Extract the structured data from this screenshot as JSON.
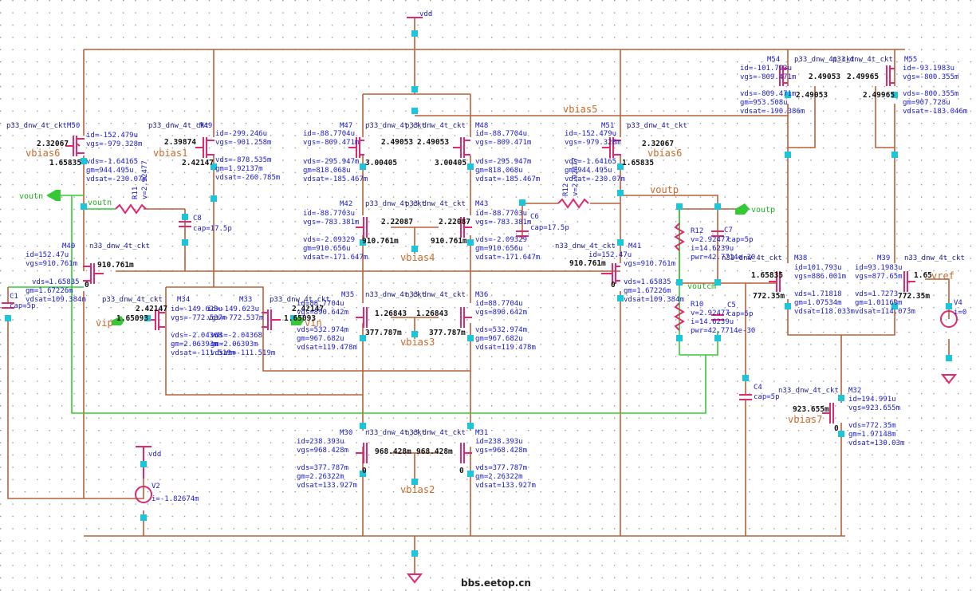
{
  "watermark": "bbs.eetop.cn",
  "supply": {
    "vdd_top": "vdd",
    "vdd_src": "vdd",
    "V2": "V2",
    "V2_i": "i=-1.82674m",
    "V4": "V4",
    "V4_i": "i=0"
  },
  "nets": {
    "vbias1": "vbias1",
    "vbias2": "vbias2",
    "vbias3": "vbias3",
    "vbias4": "vbias4",
    "vbias5": "vbias5",
    "vbias6_l": "vbias6",
    "vbias6_r": "vbias6",
    "vbias7": "vbias7",
    "voutn": "voutn",
    "voutn_pin": "voutn",
    "voutp": "voutp",
    "voutp_pin": "voutp",
    "voutcm": "voutcm",
    "vref": "vref",
    "vip": "vip",
    "vin": "vin"
  },
  "caps": {
    "C8": "C8",
    "C8_v": "cap=17.5p",
    "C6": "C6",
    "C6_v": "cap=17.5p",
    "C1": "C1",
    "C1_v": "cap=5p",
    "C7": "C7",
    "C7_v": "cap=5p",
    "C5": "C5",
    "C5_v": "cap=5p",
    "C4": "C4",
    "C4_v": "cap=5p"
  },
  "resistors": {
    "R12_l": "R12",
    "R12_v": "v=2.92477",
    "R11_l": "R11",
    "R11_v": "v=2.92477",
    "R10": "R10",
    "R10_v": "v=2.92477",
    "R10_i": "i=14.6239u",
    "R10_p": "pwr=42.7714e-30",
    "R12": "R12",
    "R12_vv": "v=2.92477",
    "R12_i": "i=14.6239u",
    "R12_p": "pwr=42.7714e-30"
  },
  "devices": [
    {
      "name": "M50",
      "model": "p33_dnw_4t_ckt",
      "p": [
        "id=-152.479u",
        "vgs=-979.328m",
        "vds=-1.64165",
        "gm=944.495u",
        "vdsat=-230.07m"
      ],
      "gl": "2.32067",
      "sl": "1.65835"
    },
    {
      "name": "M49",
      "model": "p33_dnw_4t_ckt",
      "p": [
        "id=-299.246u",
        "vgs=-901.258m",
        "vds=-878.535m",
        "gm=1.92137m",
        "vdsat=-260.785m"
      ],
      "gl": "2.39874",
      "sl": "2.42147"
    },
    {
      "name": "M47",
      "model": "p33_dnw_4t_ckt",
      "p": [
        "id=-88.7704u",
        "vgs=-809.471m",
        "vds=-295.947m",
        "gm=818.068u",
        "vdsat=-185.467m"
      ],
      "gl": "2.49053",
      "sl": "3.00405"
    },
    {
      "name": "M48",
      "model": "p33_dnw_4t_ckt",
      "p": [
        "id=-88.7704u",
        "vgs=-809.471m",
        "vds=-295.947m",
        "gm=818.068u",
        "vdsat=-185.467m"
      ],
      "gl": "2.49053",
      "sl": "3.00405"
    },
    {
      "name": "M51",
      "model": "p33_dnw_4t_ckt",
      "p": [
        "id=-152.479u",
        "vgs=-979.328m",
        "vds=-1.64165",
        "gm=944.495u",
        "vdsat=-230.07m"
      ],
      "gl": "2.32067",
      "sl": "1.65835"
    },
    {
      "name": "M54",
      "model": "p33_dnw_4t_ckt",
      "p": [
        "id=-101.793u",
        "vgs=-809.471m",
        "vds=-809.471m",
        "gm=953.508u",
        "vdsat=-190.386m"
      ],
      "gl": "2.49053",
      "sl": "2.49053"
    },
    {
      "name": "M55",
      "model": "p33_dnw_4t_ckt",
      "p": [
        "id=-93.1983u",
        "vgs=-800.355m",
        "vds=-800.355m",
        "gm=907.728u",
        "vdsat=-183.046m"
      ],
      "gl": "2.49965",
      "sl": "2.49965"
    },
    {
      "name": "M42",
      "model": "p33_dnw_4t_ckt",
      "p": [
        "id=-88.7703u",
        "vgs=-783.381m",
        "vds=-2.09329",
        "gm=910.656u",
        "vdsat=-171.647m"
      ],
      "gl": "2.22087",
      "sl": "910.761m"
    },
    {
      "name": "M43",
      "model": "p33_dnw_4t_ckt",
      "p": [
        "id=-88.7703u",
        "vgs=-783.381m",
        "vds=-2.09329",
        "gm=910.656u",
        "vdsat=-171.647m"
      ],
      "gl": "2.22087",
      "sl": "910.761m"
    },
    {
      "name": "M40",
      "model": "n33_dnw_4t_ckt",
      "p": [
        "id=152.47u",
        "vgs=910.761m",
        "vds=1.65835",
        "gm=1.67226m",
        "vdsat=109.384m"
      ],
      "gl": "910.761m",
      "sl": "0"
    },
    {
      "name": "M41",
      "model": "n33_dnw_4t_ckt",
      "p": [
        "id=152.47u",
        "vgs=910.761m",
        "vds=1.65835",
        "gm=1.67226m",
        "vdsat=109.384m"
      ],
      "gl": "910.761m",
      "sl": "0"
    },
    {
      "name": "M34",
      "model": "p33_dnw_4t_ckt",
      "p": [
        "id=-149.623u",
        "vgs=-772.537m",
        "vds=-2.04368",
        "gm=2.06393m",
        "vdsat=-111.519m"
      ],
      "gl": "1.65093",
      "sl": "2.42147"
    },
    {
      "name": "M33",
      "model": "p33_dnw_4t_ckt",
      "p": [
        "id=-149.623u",
        "vgs=-772.537m",
        "vds=-2.04368",
        "gm=2.06393m",
        "vdsat=-111.519m"
      ],
      "gl": "1.65093",
      "sl": "2.42147"
    },
    {
      "name": "M35",
      "model": "n33_dnw_4t_ckt",
      "p": [
        "id=88.7704u",
        "vgs=890.642m",
        "vds=532.974m",
        "gm=967.682u",
        "vdsat=119.478m"
      ],
      "gl": "1.26843",
      "sl": "377.787m"
    },
    {
      "name": "M36",
      "model": "n33_dnw_4t_ckt",
      "p": [
        "id=88.7704u",
        "vgs=890.642m",
        "vds=532.974m",
        "gm=967.682u",
        "vdsat=119.478m"
      ],
      "gl": "1.26843",
      "sl": "377.787m"
    },
    {
      "name": "M38",
      "model": "n33_dnw_4t_ckt",
      "p": [
        "id=101.793u",
        "vgs=886.001m",
        "vds=1.71818",
        "gm=1.07534m",
        "vdsat=118.033m"
      ],
      "gl": "1.65835",
      "sl": "772.35m"
    },
    {
      "name": "M39",
      "model": "n33_dnw_4t_ckt",
      "p": [
        "id=93.1983u",
        "vgs=877.65m",
        "vds=1.7273",
        "gm=1.01169m",
        "vdsat=114.073m"
      ],
      "gl": "1.65",
      "sl": "772.35m"
    },
    {
      "name": "M30",
      "model": "n33_dnw_4t_ckt",
      "p": [
        "id=238.393u",
        "vgs=968.428m",
        "vds=377.787m",
        "gm=2.26322m",
        "vdsat=133.927m"
      ],
      "gl": "968.428m",
      "sl": "0"
    },
    {
      "name": "M31",
      "model": "n33_dnw_4t_ckt",
      "p": [
        "id=238.393u",
        "vgs=968.428m",
        "vds=377.787m",
        "gm=2.26322m",
        "vdsat=133.927m"
      ],
      "gl": "968.428m",
      "sl": "0"
    },
    {
      "name": "M32",
      "model": "n33_dnw_4t_ckt",
      "p": [
        "id=194.991u",
        "vgs=923.655m",
        "vds=772.35m",
        "gm=1.97148m",
        "vdsat=130.03m"
      ],
      "gl": "923.655m",
      "sl": "0"
    }
  ]
}
